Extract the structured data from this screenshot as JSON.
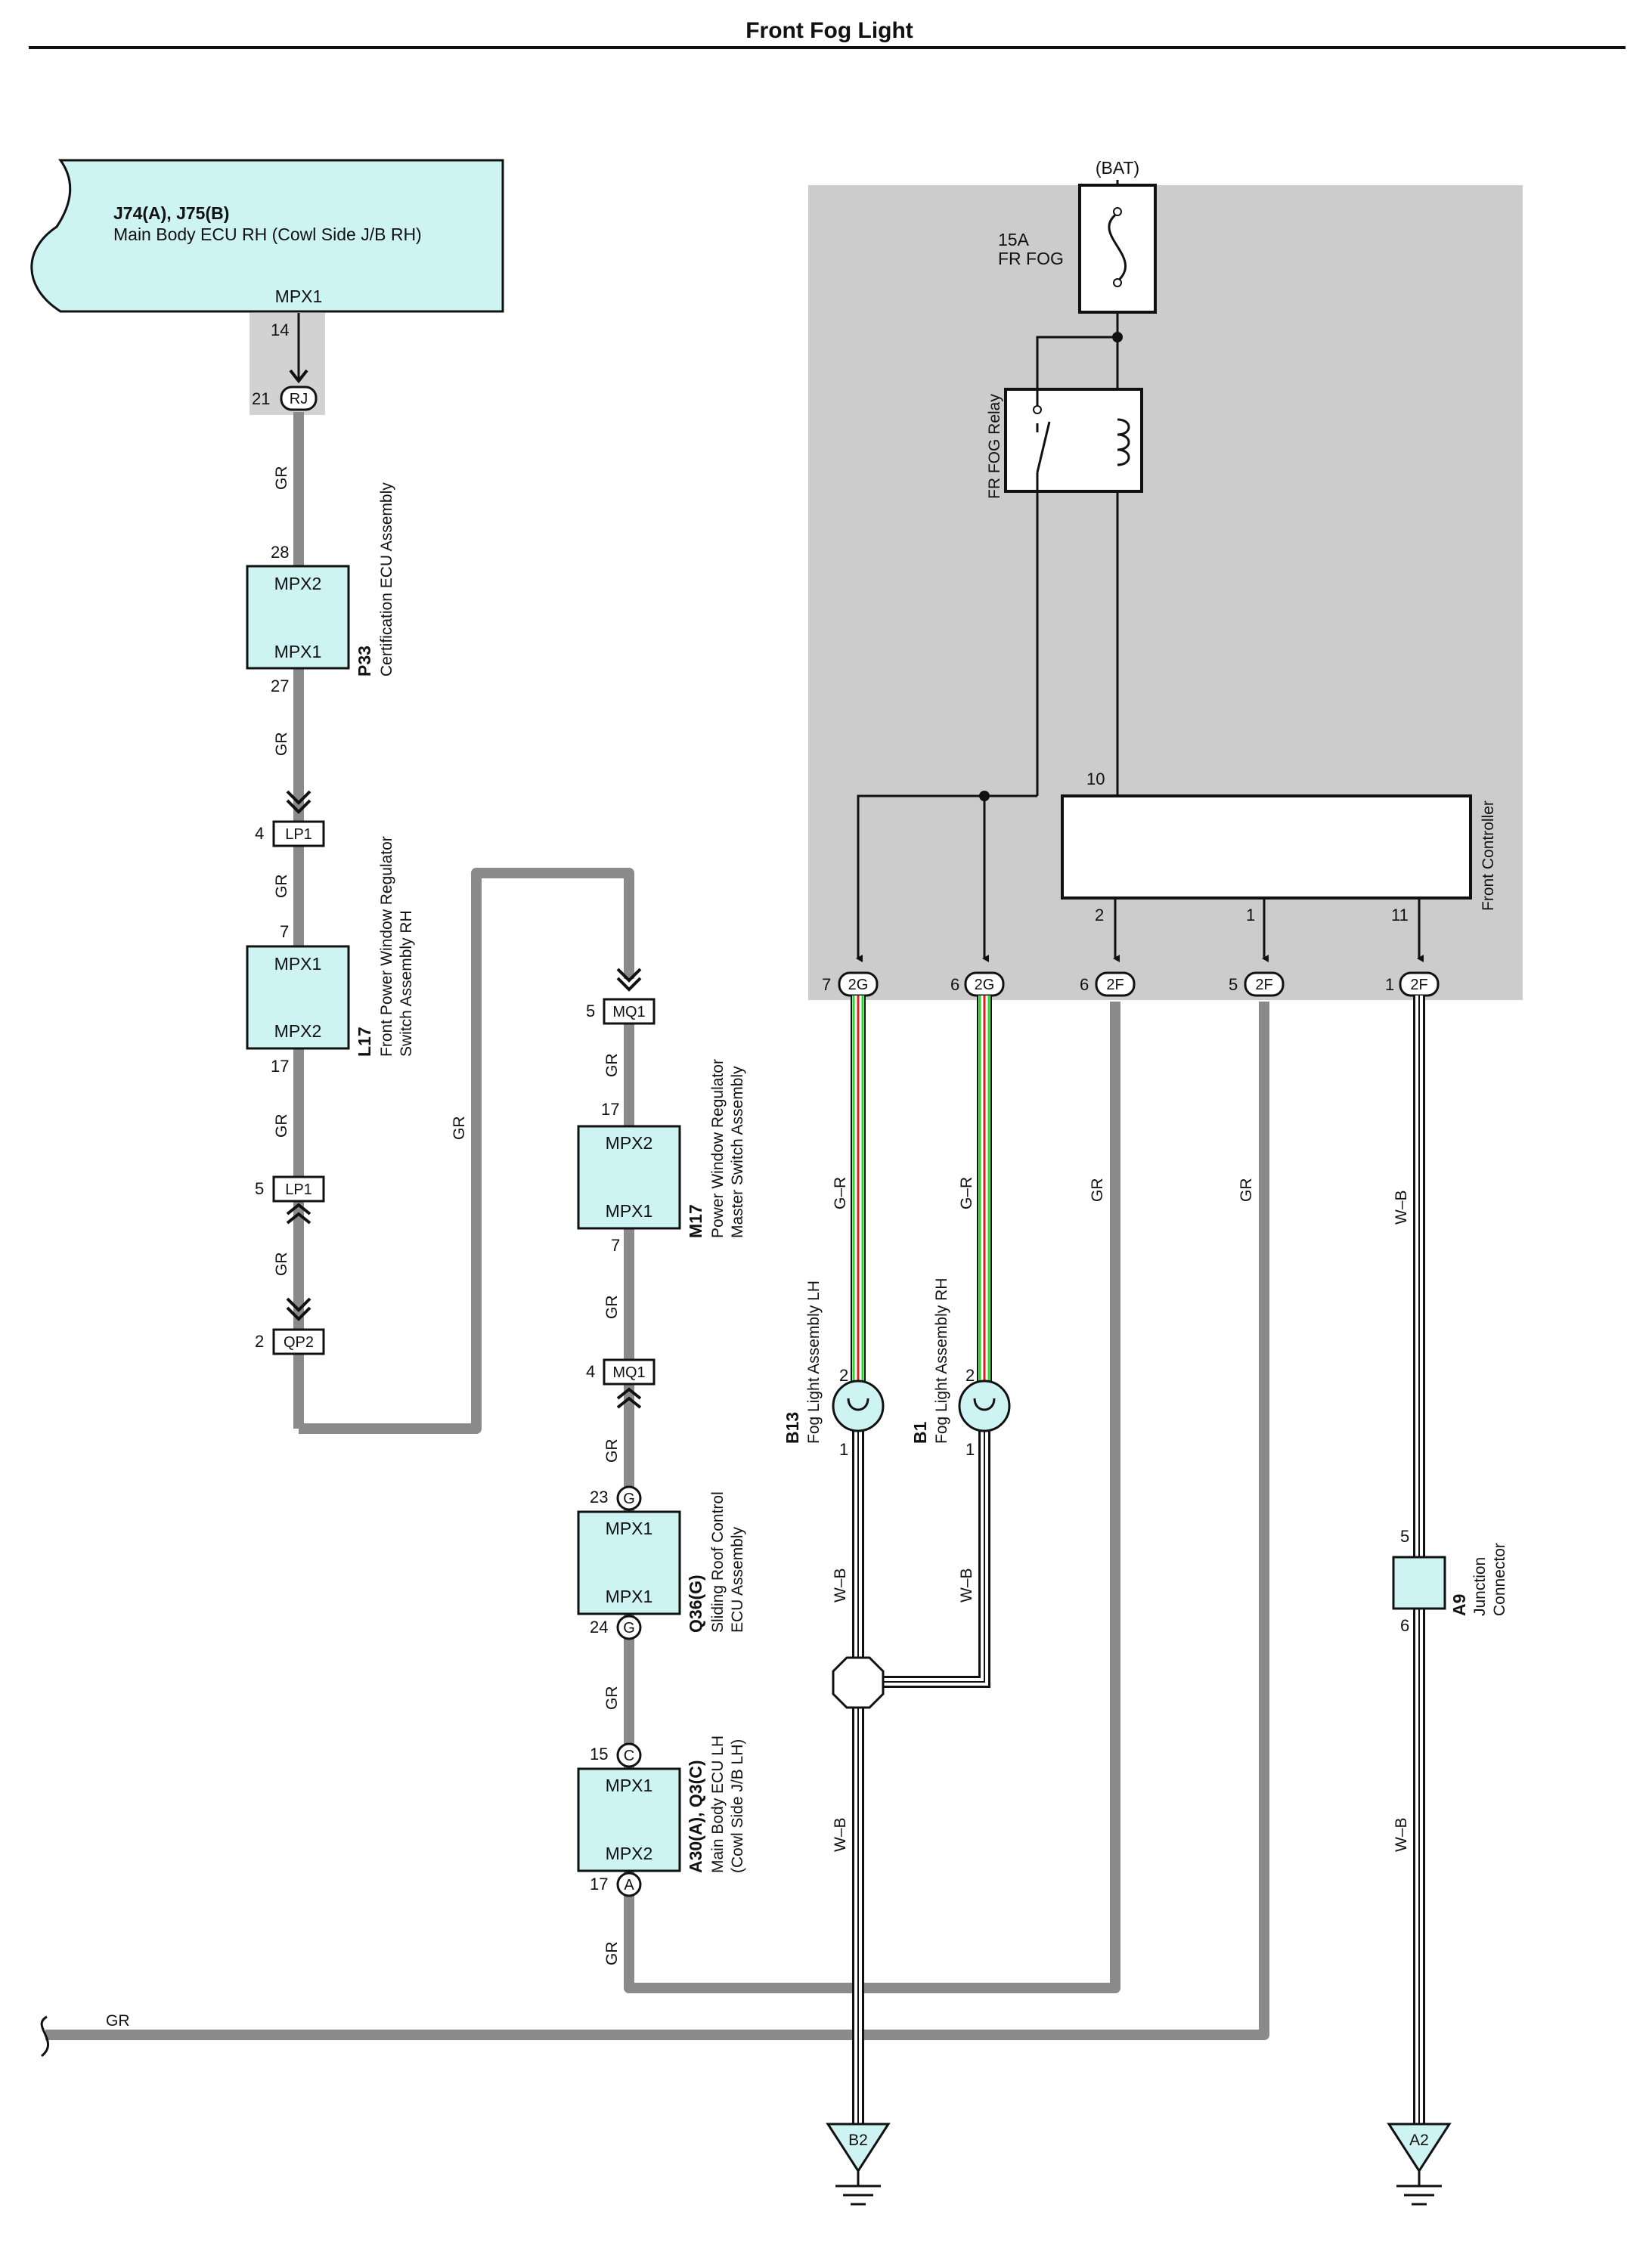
{
  "title": "Front Fog Light",
  "colors": {
    "component_fill": "#cdf3f3",
    "shade": "#cccccc",
    "pad": "#d2d2d2",
    "gr_wire": "#8a8a8a",
    "green_stripe": "#27d827",
    "red_stripe": "#e02020"
  },
  "top_ecu": {
    "code": "J74(A), J75(B)",
    "name": "Main Body ECU RH (Cowl Side J/B RH)",
    "port": "MPX1",
    "pin": "14"
  },
  "rj": {
    "pin": "21",
    "label": "RJ"
  },
  "p33": {
    "code": "P33",
    "name": "Certification ECU Assembly",
    "top": "MPX2",
    "bottom": "MPX1",
    "pin_in": "28",
    "pin_out": "27"
  },
  "lp1_in": {
    "pin": "4",
    "label": "LP1"
  },
  "l17": {
    "code": "L17",
    "name1": "Front Power Window Regulator",
    "name2": "Switch Assembly RH",
    "top": "MPX1",
    "bottom": "MPX2",
    "pin_in": "7",
    "pin_out": "17"
  },
  "lp1_out": {
    "pin": "5",
    "label": "LP1"
  },
  "qp2": {
    "pin": "2",
    "label": "QP2"
  },
  "mq1_in": {
    "pin": "5",
    "label": "MQ1"
  },
  "m17": {
    "code": "M17",
    "name1": "Power Window Regulator",
    "name2": "Master Switch Assembly",
    "top": "MPX2",
    "bottom": "MPX1",
    "pin_in": "17",
    "pin_out": "7"
  },
  "mq1_out": {
    "pin": "4",
    "label": "MQ1"
  },
  "q36": {
    "code": "Q36(G)",
    "name1": "Sliding Roof Control",
    "name2": "ECU Assembly",
    "top": "MPX1",
    "bottom": "MPX1",
    "pin_in": "23",
    "pin_out": "24",
    "conn": "G"
  },
  "a30": {
    "code": "A30(A), Q3(C)",
    "name1": "Main Body ECU LH",
    "name2": "(Cowl Side J/B LH)",
    "top": "MPX1",
    "bottom": "MPX2",
    "pin_in": "15",
    "pin_out": "17",
    "conn_in": "C",
    "conn_out": "A"
  },
  "wire_labels": {
    "gr": "GR",
    "gr_r": "G–R",
    "wb": "W–B"
  },
  "bat": "(BAT)",
  "fuse": {
    "amp": "15A",
    "name": "FR FOG"
  },
  "relay": "FR FOG Relay",
  "front_controller": {
    "name": "Front Controller",
    "pin_top": "10",
    "pin_a": "2",
    "pin_b": "1",
    "pin_c": "11"
  },
  "junctions": [
    {
      "pin": "7",
      "label": "2G"
    },
    {
      "pin": "6",
      "label": "2G"
    },
    {
      "pin": "6",
      "label": "2F"
    },
    {
      "pin": "5",
      "label": "2F"
    },
    {
      "pin": "1",
      "label": "2F"
    }
  ],
  "b13": {
    "code": "B13",
    "name": "Fog Light Assembly LH",
    "pin_top": "2",
    "pin_bottom": "1"
  },
  "b1": {
    "code": "B1",
    "name": "Fog Light Assembly RH",
    "pin_top": "2",
    "pin_bottom": "1"
  },
  "a9": {
    "code": "A9",
    "name1": "Junction",
    "name2": "Connector",
    "pin_top": "5",
    "pin_bottom": "6"
  },
  "grounds": [
    "B2",
    "A2"
  ]
}
